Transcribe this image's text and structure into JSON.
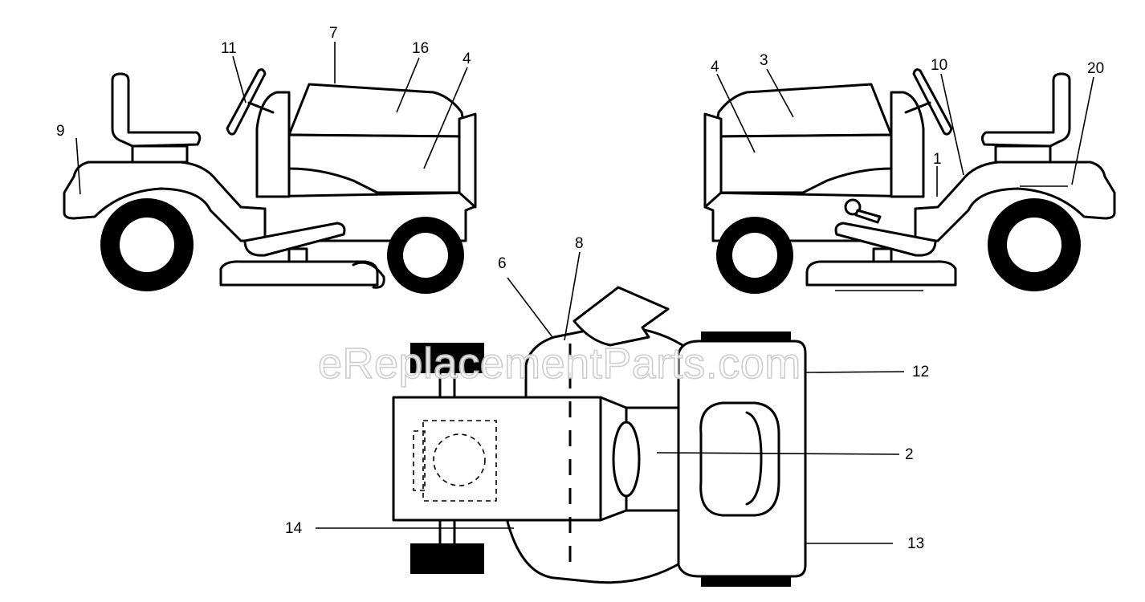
{
  "watermark": "eReplacementParts.com",
  "callouts": {
    "c1": "1",
    "c2": "2",
    "c3": "3",
    "c4a": "4",
    "c4b": "4",
    "c6": "6",
    "c7": "7",
    "c8": "8",
    "c9": "9",
    "c10": "10",
    "c11": "11",
    "c12": "12",
    "c13": "13",
    "c14": "14",
    "c16": "16",
    "c20": "20"
  }
}
